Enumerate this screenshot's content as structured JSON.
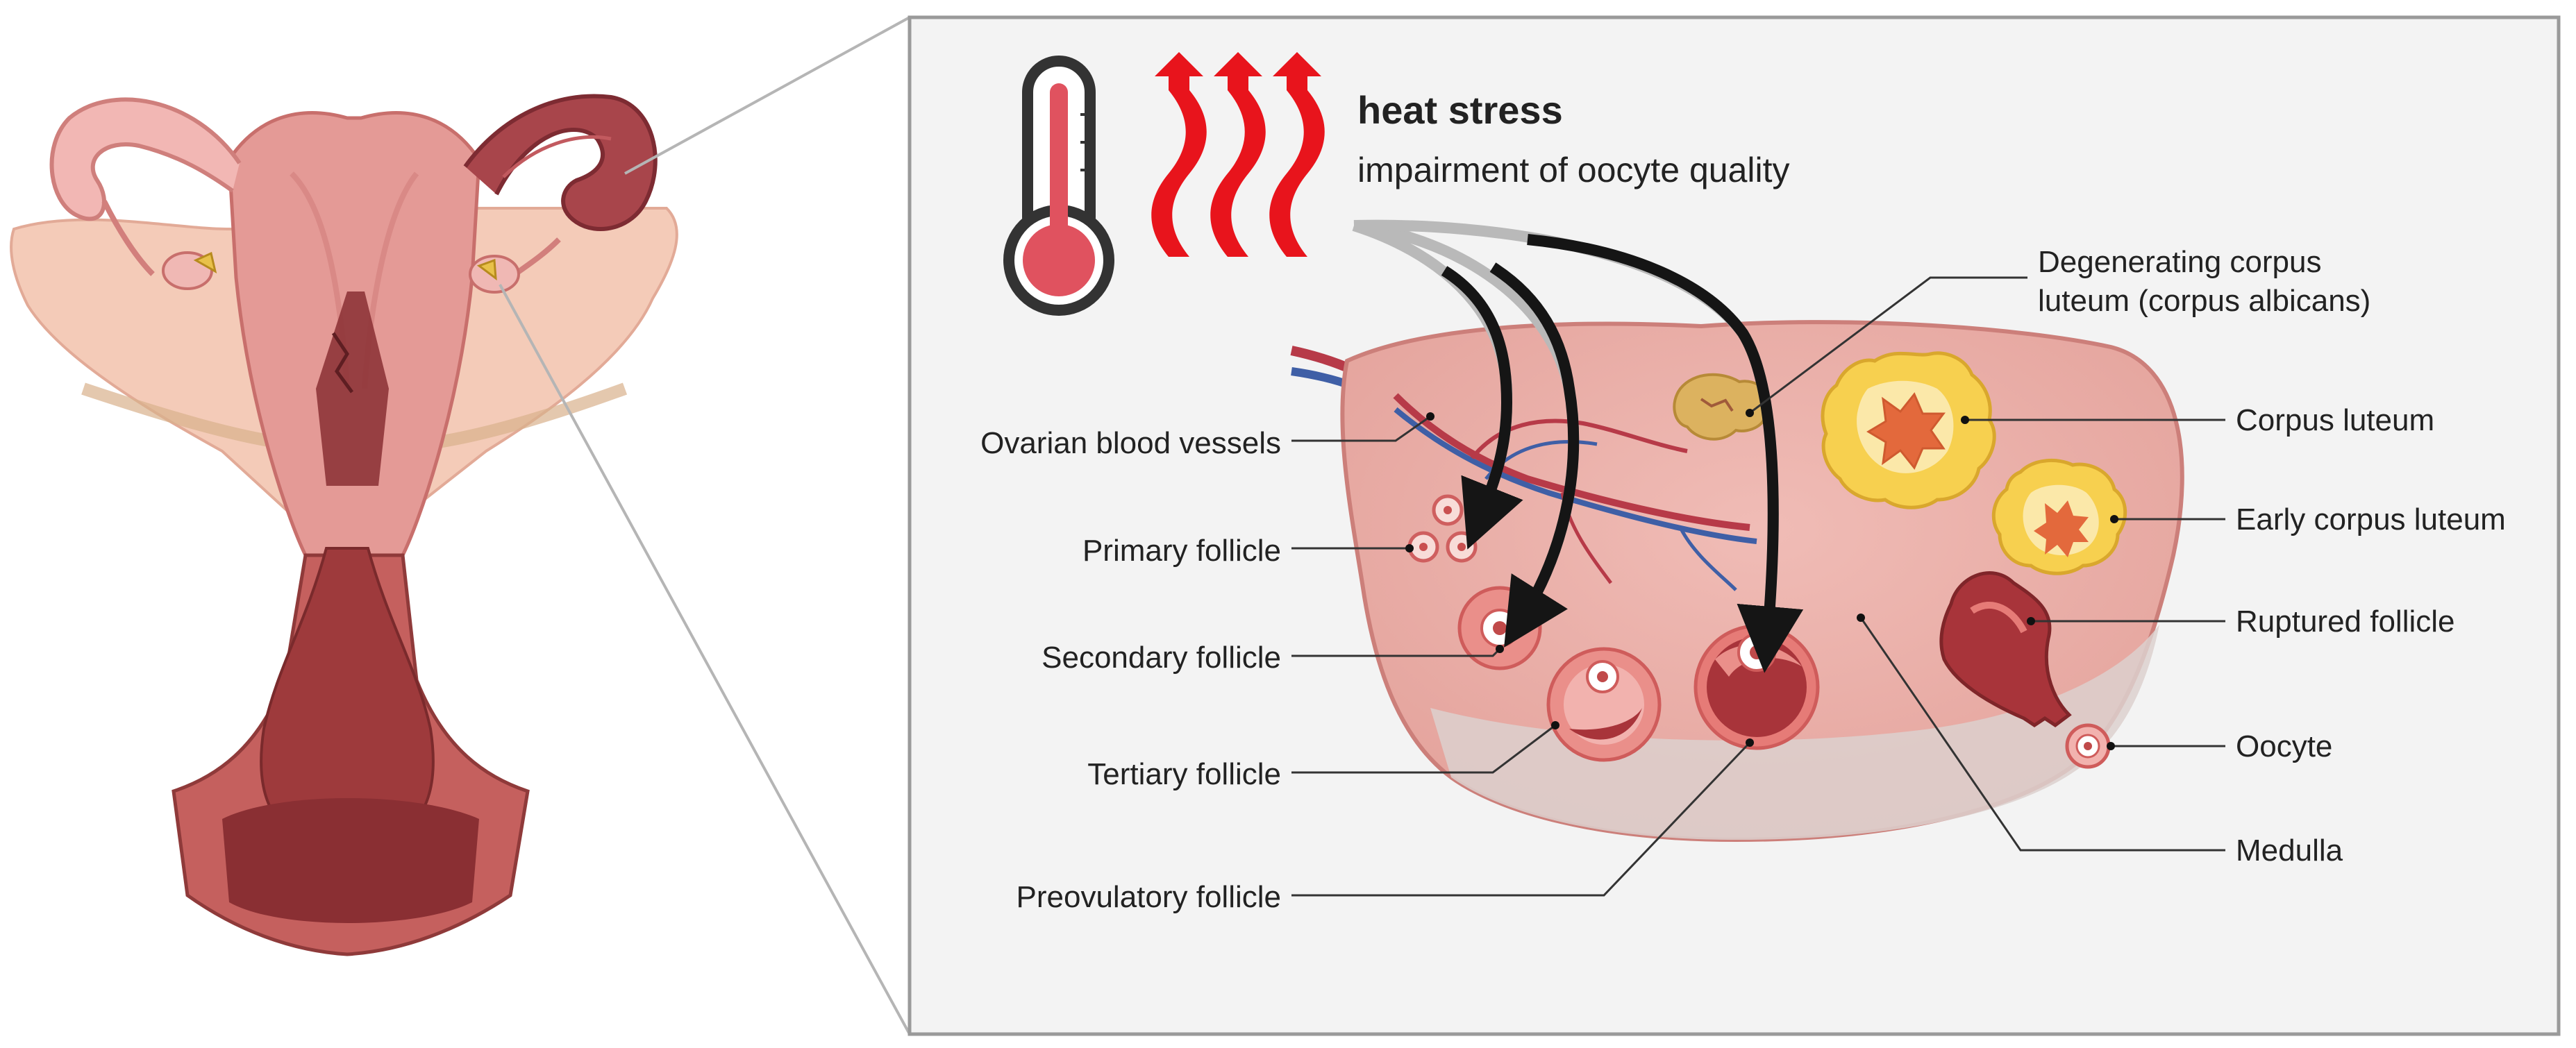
{
  "heading": {
    "title": "heat stress",
    "subtitle": "impairment of oocyte quality"
  },
  "labels": {
    "ovarian_blood_vessels": "Ovarian blood vessels",
    "primary_follicle": "Primary follicle",
    "secondary_follicle": "Secondary follicle",
    "tertiary_follicle": "Tertiary follicle",
    "preovulatory_follicle": "Preovulatory follicle",
    "degenerating_line1": "Degenerating corpus",
    "degenerating_line2": "luteum (corpus albicans)",
    "corpus_luteum": "Corpus luteum",
    "early_corpus_luteum": "Early corpus luteum",
    "ruptured_follicle": "Ruptured follicle",
    "oocyte": "Oocyte",
    "medulla": "Medulla"
  },
  "icons": {
    "thermometer": "thermometer-icon",
    "heat_waves": "heat-waves-icon"
  },
  "colors": {
    "heat_red": "#e8141c",
    "thermometer_fill": "#e0525f",
    "ovary": "#e8aaa4",
    "follicle": "#d6504f",
    "corpus_luteum": "#f7cf4f",
    "panel_bg": "#f3f3f3"
  }
}
